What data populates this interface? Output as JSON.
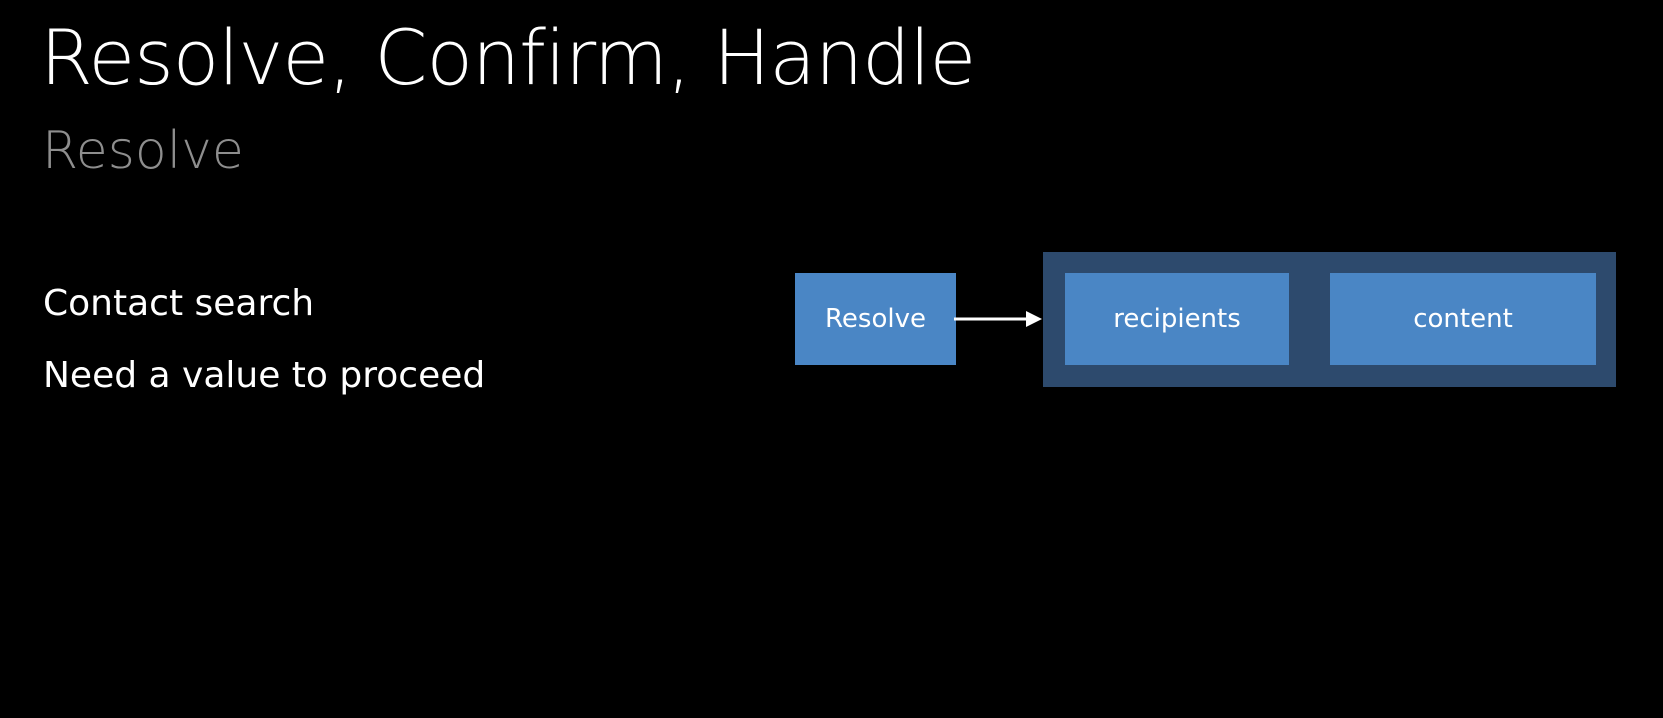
{
  "slide": {
    "title": "Resolve, Confirm, Handle",
    "subtitle": "Resolve",
    "bullets": [
      "Contact search",
      "Need a value to proceed"
    ]
  },
  "diagram": {
    "source_label": "Resolve",
    "target_group": [
      "recipients",
      "content"
    ],
    "colors": {
      "box": "#4a86c5",
      "group_background": "#2d4a6d",
      "arrow": "#ffffff"
    }
  }
}
